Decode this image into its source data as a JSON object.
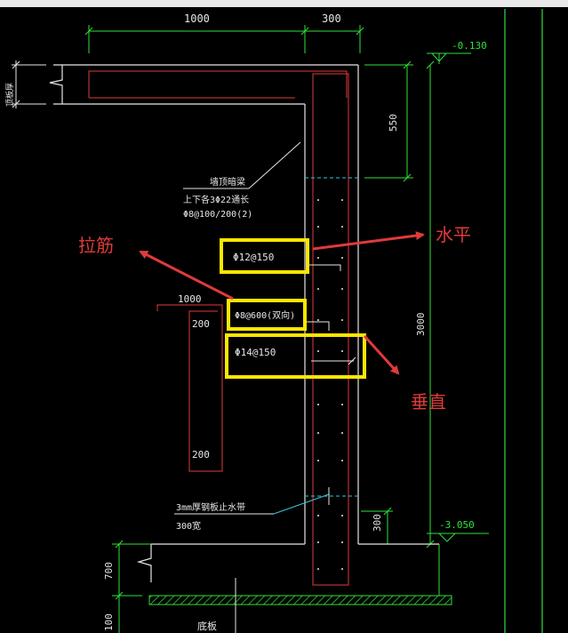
{
  "dimensions": {
    "top_width_left": "1000",
    "top_width_wall": "300",
    "elev_top": "-0.130",
    "elev_bottom": "-3.050",
    "dim_550": "550",
    "dim_3000": "3000",
    "dim_300_bottom": "300",
    "dim_700": "700",
    "dim_100": "100",
    "left_slab_label": "顶板厚",
    "small_1000": "1000",
    "small_200_top": "200",
    "small_200_bottom": "200"
  },
  "notes": {
    "beam_title": "墙顶暗梁",
    "beam_line2": "上下各3Φ22通长",
    "beam_line3": "Φ8@100/200(2)",
    "horizontal_bar": "Φ12@150",
    "tie_bar": "Φ8@600(双向)",
    "vertical_bar": "Φ14@150",
    "waterstop_line1": "3mm厚钢板止水带",
    "waterstop_line2": "300宽",
    "bottom_label": "底板"
  },
  "annotations": {
    "horizontal": "水平",
    "tie": "拉筋",
    "vertical": "垂直"
  },
  "colors": {
    "background": "#000000",
    "green": "#2fe03a",
    "red": "#e03a3a",
    "yellow": "#ffe600",
    "white": "#e6e6e6",
    "cyan": "#35c8d8"
  }
}
